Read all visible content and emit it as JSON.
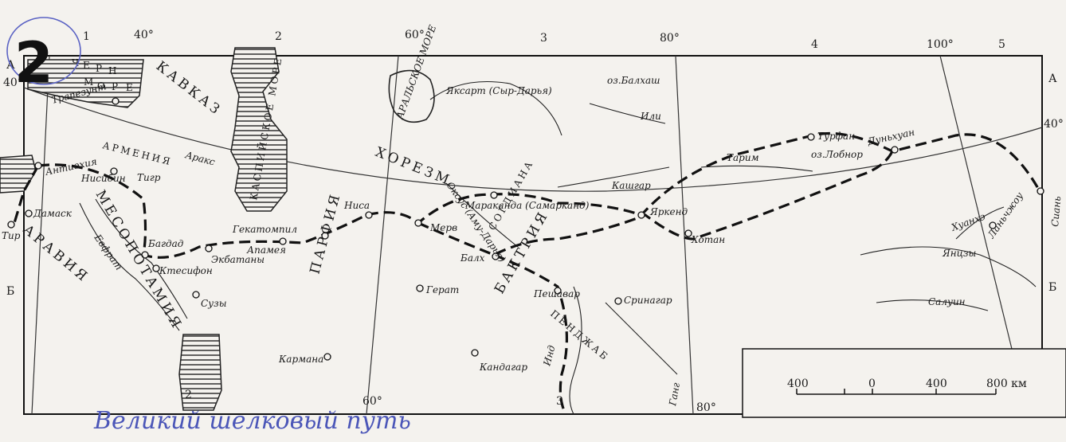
{
  "exercise_number": "2",
  "handwritten_caption": "Великий шелковый путь",
  "frame": {
    "corner_letters": [
      "А",
      "А",
      "Б",
      "Б"
    ],
    "column_numbers": [
      "1",
      "2",
      "3",
      "4",
      "5",
      "2",
      "3"
    ],
    "degree_labels": [
      "40°",
      "40°",
      "40°",
      "60°",
      "80°",
      "100°",
      "60°",
      "80°"
    ]
  },
  "seas": {
    "black_sea": [
      "Ч",
      "Е",
      "Р",
      "Н",
      "М",
      "О",
      "Р",
      "Е"
    ],
    "caspian_sea": "КАСПИЙСКОЕ МОРЕ",
    "aral_sea": "АРАЛЬСКОЕ МОРЕ",
    "balkhash": "оз.Балхаш",
    "lobnor": "оз.Лобнор"
  },
  "regions": {
    "caucasus": "КАВКАЗ",
    "armenia": "АРМЕНИЯ",
    "mesopotamia": "МЕСОПОТАМИЯ",
    "arabia": "АРАВИЯ",
    "parthia": "ПАРФИЯ",
    "khorezm": "ХОРЕЗМ",
    "sogdiana": "СОГДИАНА",
    "bactria": "БАКТРИЯ",
    "punjab": "ПЕНДЖАБ"
  },
  "rivers": {
    "araks": "Аракс",
    "tigris": "Тигр",
    "euphrates": "Евфрат",
    "syr_darya": "Яксарт (Сыр-Дарья)",
    "amu_darya": "Оксус (Аму-Дарья)",
    "ili": "Или",
    "tarim": "Тарим",
    "kashgar": "Кашгар",
    "indus": "Инд",
    "ganges": "Ганг",
    "yangtze": "Янцзы",
    "salween": "Салуин",
    "yellow_river": "Хуанхэ"
  },
  "cities": [
    "Трапезунт",
    "Нисибин",
    "Антиохия",
    "Дамаск",
    "Тир",
    "Багдад",
    "Ктесифон",
    "Сузы",
    "Экбатаны",
    "Апамея",
    "Гекатомпил",
    "Ниса",
    "Мерв",
    "Мараканда (Самарканд)",
    "Балх",
    "Герат",
    "Пешавар",
    "Сринагар",
    "Кандагар",
    "Кармана",
    "Яркенд",
    "Хотан",
    "Турфан",
    "Дуньхуан",
    "Ланьчжоу",
    "Сиань"
  ],
  "scale": {
    "labels": [
      "400",
      "0",
      "400",
      "800 км"
    ]
  }
}
